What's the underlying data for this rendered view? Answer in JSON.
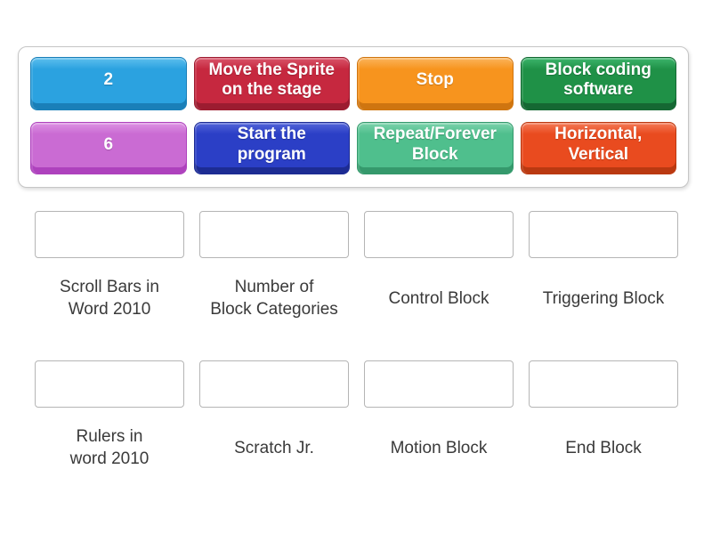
{
  "colors": {
    "page_background": "#ffffff",
    "tray_border": "#c6c6c6",
    "slot_border": "#b5b5b5",
    "label_text": "#3a3a3a",
    "tile_text": "#ffffff"
  },
  "tray": {
    "tiles": [
      {
        "label": "2",
        "color": "#2ba2e0",
        "color_light": "#5dbfee",
        "color_dark": "#1a7fb8"
      },
      {
        "label": "Move the Sprite\non the stage",
        "color": "#c6283f",
        "color_light": "#d9556a",
        "color_dark": "#9c1c30"
      },
      {
        "label": "Stop",
        "color": "#f7941e",
        "color_light": "#fbb45c",
        "color_dark": "#cf7510"
      },
      {
        "label": "Block coding\nsoftware",
        "color": "#1f9147",
        "color_light": "#3db56c",
        "color_dark": "#156833"
      },
      {
        "label": "6",
        "color": "#ca6bd3",
        "color_light": "#dd93e4",
        "color_dark": "#ae42bd"
      },
      {
        "label": "Start the\nprogram",
        "color": "#2b3fc6",
        "color_light": "#5365d9",
        "color_dark": "#1d2c93"
      },
      {
        "label": "Repeat/Forever\nBlock",
        "color": "#4fbf8d",
        "color_light": "#7dd3ac",
        "color_dark": "#35996c"
      },
      {
        "label": "Horizontal,\nVertical",
        "color": "#e94b1f",
        "color_light": "#f47b58",
        "color_dark": "#ba3911"
      }
    ]
  },
  "targets": [
    {
      "label": "Scroll Bars in\nWord 2010"
    },
    {
      "label": "Number of\nBlock Categories"
    },
    {
      "label": "Control Block"
    },
    {
      "label": "Triggering Block"
    },
    {
      "label": "Rulers in\nword 2010"
    },
    {
      "label": "Scratch Jr."
    },
    {
      "label": "Motion Block"
    },
    {
      "label": "End Block"
    }
  ]
}
